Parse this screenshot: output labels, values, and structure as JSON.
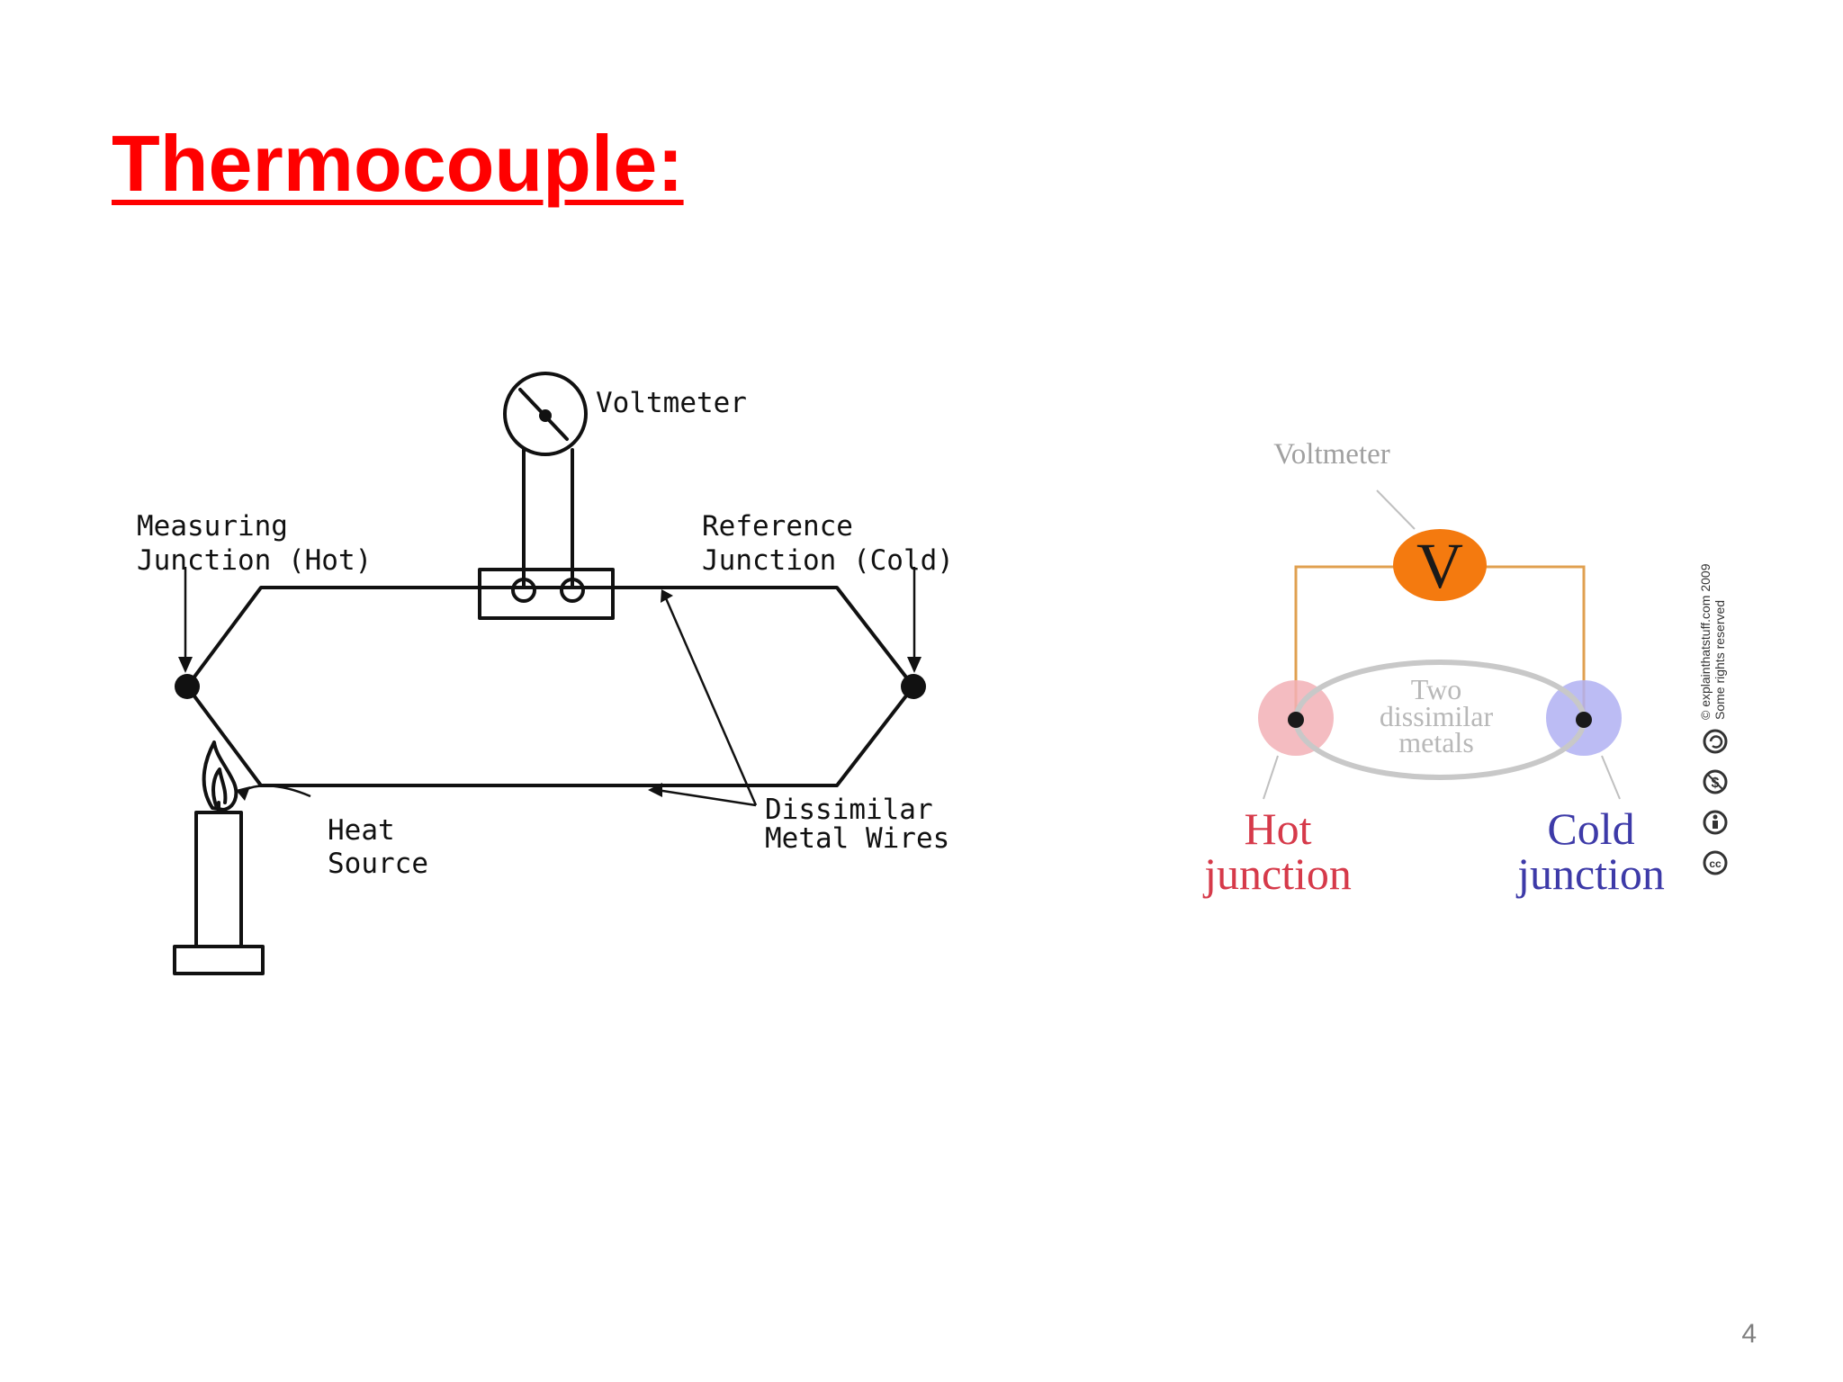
{
  "slide": {
    "title": "Thermocouple:",
    "page_number": "4",
    "title_color": "#ff0000"
  },
  "left_diagram": {
    "voltmeter_label": "Voltmeter",
    "measuring_junction_line1": "Measuring",
    "measuring_junction_line2": "Junction (Hot)",
    "reference_junction_line1": "Reference",
    "reference_junction_line2": "Junction (Cold)",
    "heat_source_line1": "Heat",
    "heat_source_line2": "Source",
    "wires_line1": "Dissimilar",
    "wires_line2": "Metal Wires"
  },
  "right_diagram": {
    "voltmeter_label": "Voltmeter",
    "voltmeter_symbol": "V",
    "metals_line1": "Two",
    "metals_line2": "dissimilar",
    "metals_line3": "metals",
    "hot_line1": "Hot",
    "hot_line2": "junction",
    "cold_line1": "Cold",
    "cold_line2": "junction",
    "copyright_line1": "© explainthatstuff.com 2009",
    "copyright_line2": "Some rights reserved",
    "colors": {
      "voltmeter": "#f47a0f",
      "wire": "#e0a050",
      "hot": "#d63a4a",
      "hot_glow": "#f2b0b6",
      "cold": "#3d3aa8",
      "cold_glow": "#b0b0f2",
      "label_gray": "#a0a0a0"
    },
    "license_icons": [
      "cc-icon",
      "by-icon",
      "nc-icon",
      "sa-icon"
    ]
  }
}
